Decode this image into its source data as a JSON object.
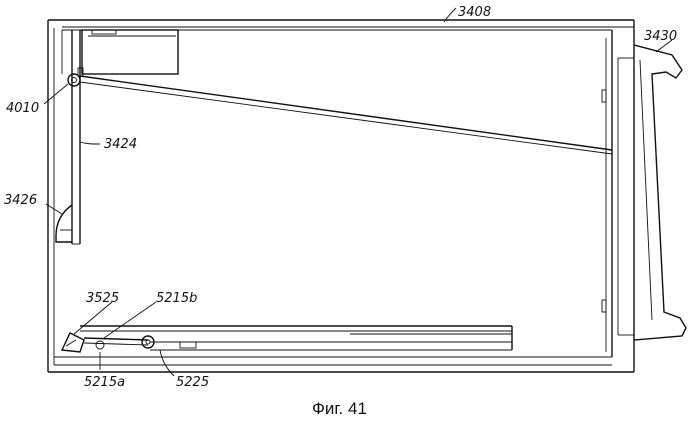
{
  "figure": {
    "caption": "Фиг. 41",
    "labels": {
      "ref_3408": "3408",
      "ref_3430": "3430",
      "ref_4010": "4010",
      "ref_3424": "3424",
      "ref_3426": "3426",
      "ref_3525": "3525",
      "ref_5215b": "5215b",
      "ref_5215a": "5215a",
      "ref_5225": "5225"
    }
  }
}
